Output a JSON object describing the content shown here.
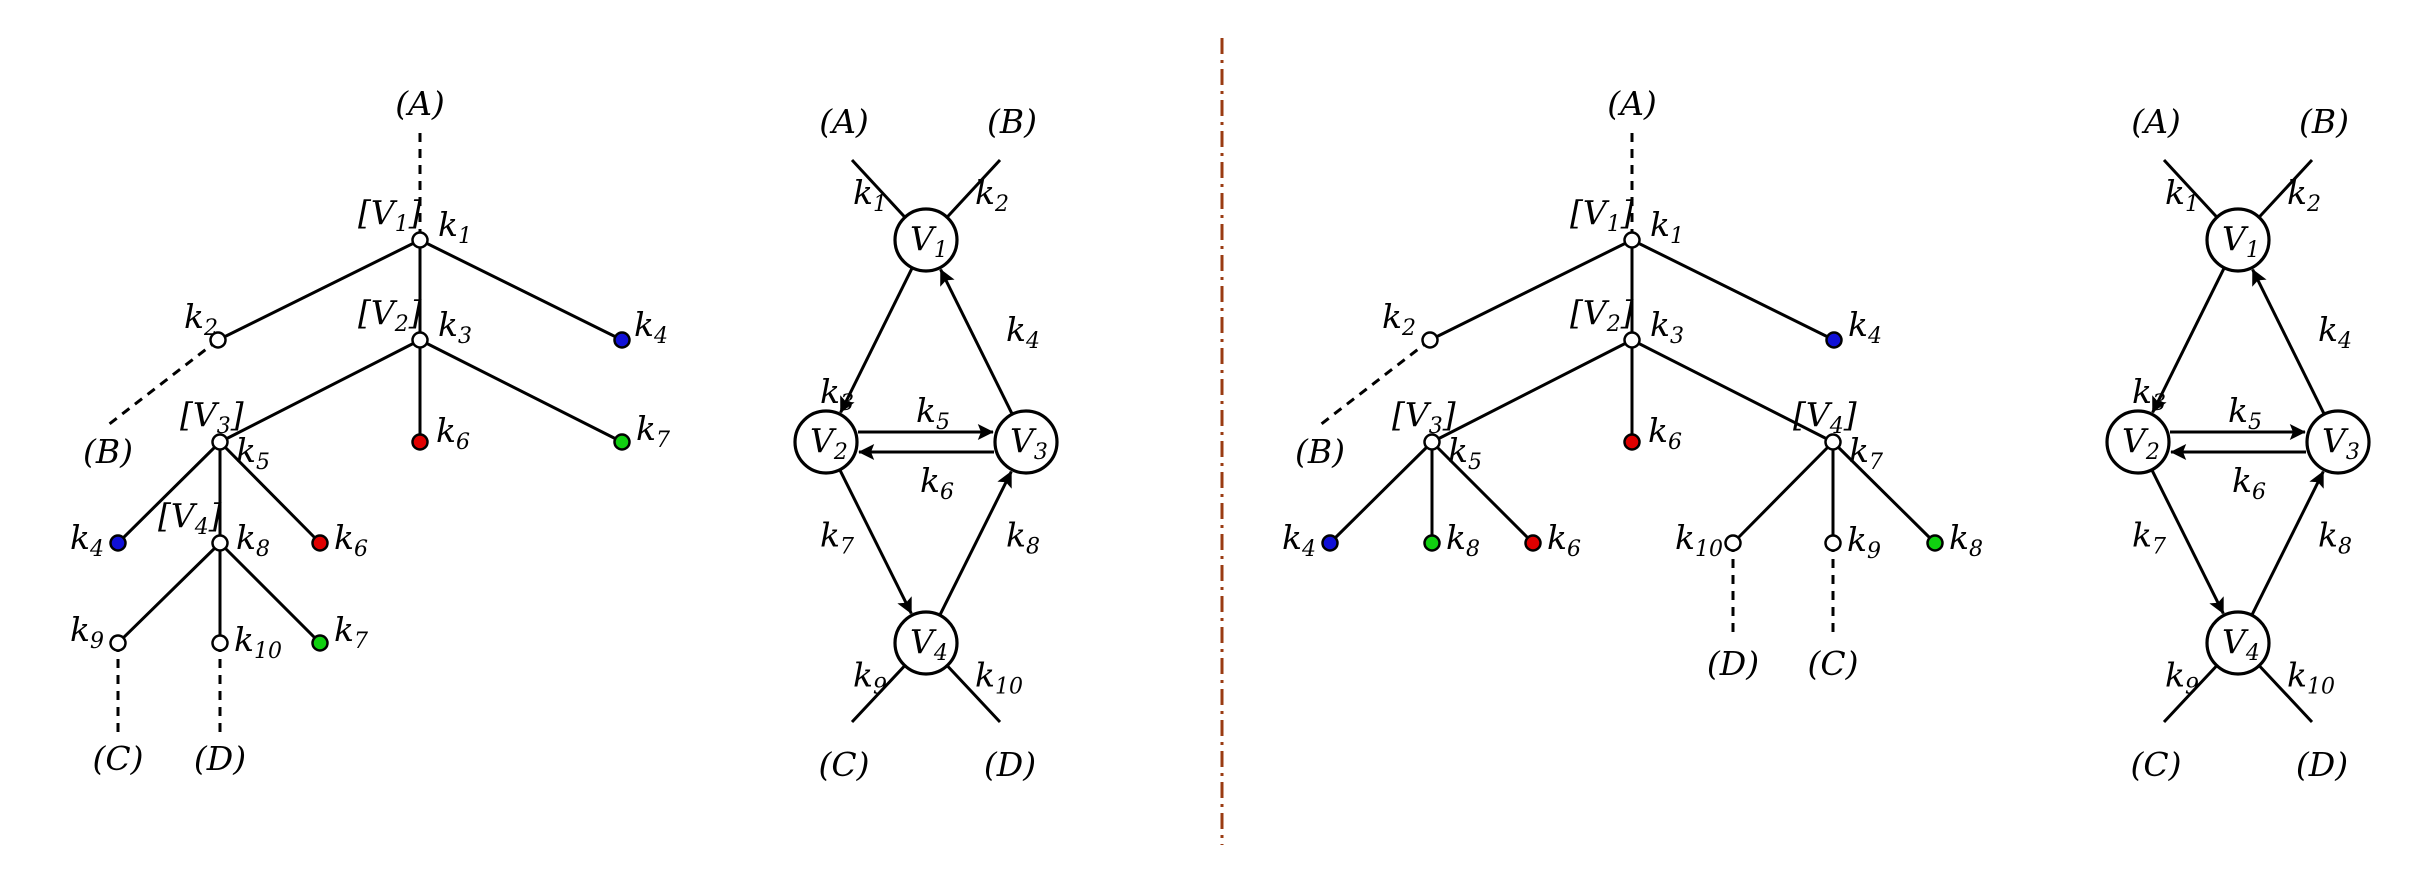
{
  "colors": {
    "blue": "#1010d8",
    "red": "#e00000",
    "green": "#10d010",
    "separator": "#9a3b12"
  },
  "labels": {
    "A": "A",
    "B": "B",
    "C": "C",
    "D": "D"
  },
  "panels": [
    {
      "name": "tree-1",
      "nodes": [
        {
          "id": "A",
          "kind": "ext",
          "label": "A"
        },
        {
          "id": "V1",
          "kind": "node",
          "vertex": "V",
          "vsub": "1",
          "k": "1"
        },
        {
          "id": "k2n",
          "kind": "node",
          "k": "2"
        },
        {
          "id": "B",
          "kind": "ext",
          "label": "B"
        },
        {
          "id": "V2",
          "kind": "node",
          "vertex": "V",
          "vsub": "2",
          "k": "3"
        },
        {
          "id": "k4n",
          "kind": "leaf",
          "color": "blue",
          "k": "4"
        },
        {
          "id": "V3",
          "kind": "node",
          "vertex": "V",
          "vsub": "3",
          "k": "5"
        },
        {
          "id": "k6n",
          "kind": "leaf",
          "color": "red",
          "k": "6"
        },
        {
          "id": "k7n",
          "kind": "leaf",
          "color": "green",
          "k": "7"
        },
        {
          "id": "k4b",
          "kind": "leaf",
          "color": "blue",
          "k": "4"
        },
        {
          "id": "V4",
          "kind": "node",
          "vertex": "V",
          "vsub": "4",
          "k": "8"
        },
        {
          "id": "k6b",
          "kind": "leaf",
          "color": "red",
          "k": "6"
        },
        {
          "id": "k9n",
          "kind": "node",
          "k": "9"
        },
        {
          "id": "k10n",
          "kind": "node",
          "k": "10"
        },
        {
          "id": "k7b",
          "kind": "leaf",
          "color": "green",
          "k": "7"
        },
        {
          "id": "C",
          "kind": "ext",
          "label": "C"
        },
        {
          "id": "D",
          "kind": "ext",
          "label": "D"
        }
      ],
      "edges": [
        [
          "A",
          "V1",
          "dashed"
        ],
        [
          "V1",
          "k2n",
          "solid"
        ],
        [
          "V1",
          "V2",
          "solid"
        ],
        [
          "V1",
          "k4n",
          "solid"
        ],
        [
          "k2n",
          "B",
          "dashed"
        ],
        [
          "V2",
          "V3",
          "solid"
        ],
        [
          "V2",
          "k6n",
          "solid"
        ],
        [
          "V2",
          "k7n",
          "solid"
        ],
        [
          "V3",
          "k4b",
          "solid"
        ],
        [
          "V3",
          "V4",
          "solid"
        ],
        [
          "V3",
          "k6b",
          "solid"
        ],
        [
          "V4",
          "k9n",
          "solid"
        ],
        [
          "V4",
          "k10n",
          "solid"
        ],
        [
          "V4",
          "k7b",
          "solid"
        ],
        [
          "k9n",
          "C",
          "dashed"
        ],
        [
          "k10n",
          "D",
          "dashed"
        ]
      ]
    },
    {
      "name": "graph-1",
      "vertices": [
        {
          "id": "V1",
          "name": "V",
          "sub": "1"
        },
        {
          "id": "V2",
          "name": "V",
          "sub": "2"
        },
        {
          "id": "V3",
          "name": "V",
          "sub": "3"
        },
        {
          "id": "V4",
          "name": "V",
          "sub": "4"
        }
      ],
      "externals": [
        {
          "id": "A",
          "label": "A",
          "vertex": "V1",
          "k": "1"
        },
        {
          "id": "B",
          "label": "B",
          "vertex": "V1",
          "k": "2"
        },
        {
          "id": "C",
          "label": "C",
          "vertex": "V4",
          "k": "9"
        },
        {
          "id": "D",
          "label": "D",
          "vertex": "V4",
          "k": "10"
        }
      ],
      "arrows": [
        {
          "from": "V1",
          "to": "V2",
          "k": "3"
        },
        {
          "from": "V3",
          "to": "V1",
          "k": "4"
        },
        {
          "from": "V2",
          "to": "V3",
          "k": "5"
        },
        {
          "from": "V3",
          "to": "V2",
          "k": "6"
        },
        {
          "from": "V2",
          "to": "V4",
          "k": "7"
        },
        {
          "from": "V4",
          "to": "V3",
          "k": "8"
        }
      ]
    },
    {
      "name": "tree-2",
      "nodes": [
        {
          "id": "A",
          "kind": "ext",
          "label": "A"
        },
        {
          "id": "V1",
          "kind": "node",
          "vertex": "V",
          "vsub": "1",
          "k": "1"
        },
        {
          "id": "k2n",
          "kind": "node",
          "k": "2"
        },
        {
          "id": "B",
          "kind": "ext",
          "label": "B"
        },
        {
          "id": "V2",
          "kind": "node",
          "vertex": "V",
          "vsub": "2",
          "k": "3"
        },
        {
          "id": "k4n",
          "kind": "leaf",
          "color": "blue",
          "k": "4"
        },
        {
          "id": "V3",
          "kind": "node",
          "vertex": "V",
          "vsub": "3",
          "k": "5"
        },
        {
          "id": "k6n",
          "kind": "leaf",
          "color": "red",
          "k": "6"
        },
        {
          "id": "V4",
          "kind": "node",
          "vertex": "V",
          "vsub": "4",
          "k": "7"
        },
        {
          "id": "k4b",
          "kind": "leaf",
          "color": "blue",
          "k": "4"
        },
        {
          "id": "k8g",
          "kind": "leaf",
          "color": "green",
          "k": "8"
        },
        {
          "id": "k6b",
          "kind": "leaf",
          "color": "red",
          "k": "6"
        },
        {
          "id": "k10n",
          "kind": "node",
          "k": "10"
        },
        {
          "id": "k9n",
          "kind": "node",
          "k": "9"
        },
        {
          "id": "k8h",
          "kind": "leaf",
          "color": "green",
          "k": "8"
        },
        {
          "id": "D",
          "kind": "ext",
          "label": "D"
        },
        {
          "id": "C",
          "kind": "ext",
          "label": "C"
        }
      ],
      "edges": [
        [
          "A",
          "V1",
          "dashed"
        ],
        [
          "V1",
          "k2n",
          "solid"
        ],
        [
          "V1",
          "V2",
          "solid"
        ],
        [
          "V1",
          "k4n",
          "solid"
        ],
        [
          "k2n",
          "B",
          "dashed"
        ],
        [
          "V2",
          "V3",
          "solid"
        ],
        [
          "V2",
          "k6n",
          "solid"
        ],
        [
          "V2",
          "V4",
          "solid"
        ],
        [
          "V3",
          "k4b",
          "solid"
        ],
        [
          "V3",
          "k8g",
          "solid"
        ],
        [
          "V3",
          "k6b",
          "solid"
        ],
        [
          "V4",
          "k10n",
          "solid"
        ],
        [
          "V4",
          "k9n",
          "solid"
        ],
        [
          "V4",
          "k8h",
          "solid"
        ],
        [
          "k10n",
          "D",
          "dashed"
        ],
        [
          "k9n",
          "C",
          "dashed"
        ]
      ]
    },
    {
      "name": "graph-2",
      "vertices": [
        {
          "id": "V1",
          "name": "V",
          "sub": "1"
        },
        {
          "id": "V2",
          "name": "V",
          "sub": "2"
        },
        {
          "id": "V3",
          "name": "V",
          "sub": "3"
        },
        {
          "id": "V4",
          "name": "V",
          "sub": "4"
        }
      ],
      "externals": [
        {
          "id": "A",
          "label": "A",
          "vertex": "V1",
          "k": "1"
        },
        {
          "id": "B",
          "label": "B",
          "vertex": "V1",
          "k": "2"
        },
        {
          "id": "C",
          "label": "C",
          "vertex": "V4",
          "k": "9"
        },
        {
          "id": "D",
          "label": "D",
          "vertex": "V4",
          "k": "10"
        }
      ],
      "arrows": [
        {
          "from": "V1",
          "to": "V2",
          "k": "3"
        },
        {
          "from": "V3",
          "to": "V1",
          "k": "4"
        },
        {
          "from": "V2",
          "to": "V3",
          "k": "5"
        },
        {
          "from": "V3",
          "to": "V2",
          "k": "6"
        },
        {
          "from": "V2",
          "to": "V4",
          "k": "7"
        },
        {
          "from": "V4",
          "to": "V3",
          "k": "8"
        }
      ]
    }
  ]
}
